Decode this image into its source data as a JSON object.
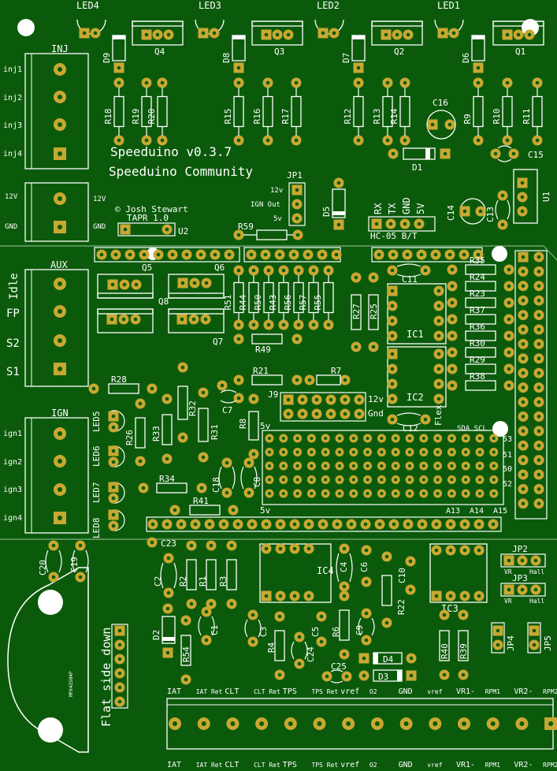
{
  "board": {
    "title": "Speeduino v0.3.7",
    "subtitle": "Speeduino Community",
    "author": "© Josh Stewart",
    "tapr": "TAPR 1.0",
    "flat_side": "Flat side down",
    "chip_marking": "MPX4250AP",
    "colors": {
      "board": "#0b5a0b",
      "copper": "#c8a832",
      "silk": "#ffffff",
      "outline": "#7fb07f"
    }
  },
  "leds": [
    "LED4",
    "LED3",
    "LED2",
    "LED1"
  ],
  "top_ics": [
    "Q4",
    "Q3",
    "Q2",
    "Q1"
  ],
  "top_diodes": [
    "D9",
    "D8",
    "D7",
    "D6"
  ],
  "top_resistors": [
    "R18",
    "R19",
    "R20",
    "R15",
    "R16",
    "R17",
    "R12",
    "R13",
    "R14",
    "R9",
    "R10",
    "R11"
  ],
  "misc_top": {
    "c16": "C16",
    "c15": "C15",
    "d1": "D1",
    "c14": "C14",
    "c13": "C13",
    "u1": "U1",
    "d5": "D5",
    "r59": "R59",
    "u2": "U2",
    "hc05": "HC-05 B/T",
    "hc_pins": [
      "RX",
      "TX",
      "GND",
      "5V"
    ],
    "jp1": "JP1",
    "jp1_pins": [
      "12v",
      "IGN Out",
      "5v"
    ]
  },
  "inj": {
    "title": "INJ",
    "labels": [
      "inj1",
      "inj2",
      "inj3",
      "inj4"
    ],
    "power": [
      "12V",
      "GND"
    ],
    "power_right": [
      "12V",
      "GND"
    ]
  },
  "aux": {
    "title": "AUX",
    "labels": [
      "Idle",
      "FP",
      "S2",
      "S1"
    ]
  },
  "ign": {
    "title": "IGN",
    "labels": [
      "ign1",
      "ign2",
      "ign3",
      "ign4"
    ]
  },
  "mid": {
    "q_labels": [
      "Q5",
      "Q6",
      "Q8",
      "Q7"
    ],
    "res_vertical": [
      "R51",
      "R44",
      "R50",
      "R43",
      "R56",
      "R57",
      "R55"
    ],
    "r49": "R49",
    "r27": "R27",
    "r25": "R25",
    "right_res": [
      "R35",
      "R24",
      "R23",
      "R37",
      "R36",
      "R30",
      "R29",
      "R38"
    ],
    "ic1": "IC1",
    "ic2": "IC2",
    "c11": "C11",
    "c12": "C12",
    "flex": "Flex",
    "sda_scl": "SDA SCL",
    "side_pins": [
      "53",
      "51",
      "50",
      "52"
    ],
    "analog": [
      "A13",
      "A14",
      "A15"
    ]
  },
  "left_mid": {
    "r28": "R28",
    "r26": "R26",
    "r33": "R33",
    "r32": "R32",
    "r31": "R31",
    "r21": "R21",
    "r7": "R7",
    "r8": "R8",
    "r34": "R34",
    "r41": "R41",
    "c7": "C7",
    "c18": "C18",
    "c8": "C8",
    "j9": "J9",
    "led_labels": [
      "LED5",
      "LED6",
      "LED7",
      "LED8"
    ],
    "v12": "12v",
    "gnd": "Gnd",
    "v5a": "5v",
    "v5b": "5v"
  },
  "bottom": {
    "c20": "C20",
    "c19": "C19",
    "c23": "C23",
    "c2": "C2",
    "r2": "R2",
    "r1": "R1",
    "r3": "R3",
    "ic4": "IC4",
    "c4": "C4",
    "c6": "C6",
    "c10": "C10",
    "r22": "R22",
    "d2": "D2",
    "r54": "R54",
    "c1": "C1",
    "c3": "C3",
    "r4": "R4",
    "c24": "C24",
    "c5": "C5",
    "r6": "R6",
    "c9": "C9",
    "c25": "C25",
    "d4": "D4",
    "d3": "D3",
    "ic3": "IC3",
    "r40": "R40",
    "r39": "R39",
    "jp2": "JP2",
    "jp3": "JP3",
    "jp4": "JP4",
    "jp5": "JP5",
    "vr": "VR",
    "hall": "Hall",
    "io_top": [
      "IAT",
      "IAT Ret",
      "CLT",
      "CLT Ret",
      "TPS",
      "TPS Ret",
      "vref",
      "O2",
      "GND",
      "vref",
      "VR1-",
      "RPM1",
      "VR2-",
      "RPM2"
    ],
    "io_bottom": [
      "IAT",
      "IAT Ret",
      "CLT",
      "CLT Ret",
      "TPS",
      "TPS Ret",
      "vref",
      "O2",
      "GND",
      "vref",
      "VR1-",
      "RPM1",
      "VR2-",
      "RPM2"
    ]
  }
}
